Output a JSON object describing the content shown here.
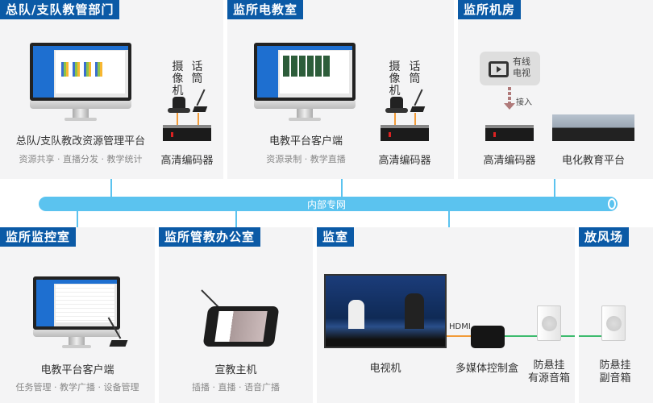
{
  "network": {
    "label": "内部专网",
    "color": "#5bc3ef"
  },
  "title_color": "#0b5aa6",
  "sections": {
    "hq": {
      "title": "总队/支队教管部门",
      "platform": "总队/支队教改资源管理平台",
      "features": "资源共享 · 直播分发 · 教学统计",
      "camera": "摄像机",
      "mic": "话筒",
      "encoder": "高清编码器"
    },
    "classroom": {
      "title": "监所电教室",
      "client": "电教平台客户端",
      "features": "资源录制 · 教学直播",
      "camera": "摄像机",
      "mic": "话筒",
      "encoder": "高清编码器"
    },
    "server_room": {
      "title": "监所机房",
      "cable_tv": "有线电视",
      "cable_tv_line1": "有线",
      "cable_tv_line2": "电视",
      "access": "接入",
      "encoder": "高清编码器",
      "platform": "电化教育平台"
    },
    "monitor_room": {
      "title": "监所监控室",
      "client": "电教平台客户端",
      "features": "任务管理 · 教学广播 · 设备管理"
    },
    "office": {
      "title": "监所管教办公室",
      "host": "宣教主机",
      "features": "插播 · 直播 · 语音广播"
    },
    "cell": {
      "title": "监室",
      "tv": "电视机",
      "hdmi": "HDMI",
      "box": "多媒体控制盒",
      "speaker_line1": "防悬挂",
      "speaker_line2": "有源音箱"
    },
    "yard": {
      "title": "放风场",
      "speaker_line1": "防悬挂",
      "speaker_line2": "副音箱"
    }
  }
}
